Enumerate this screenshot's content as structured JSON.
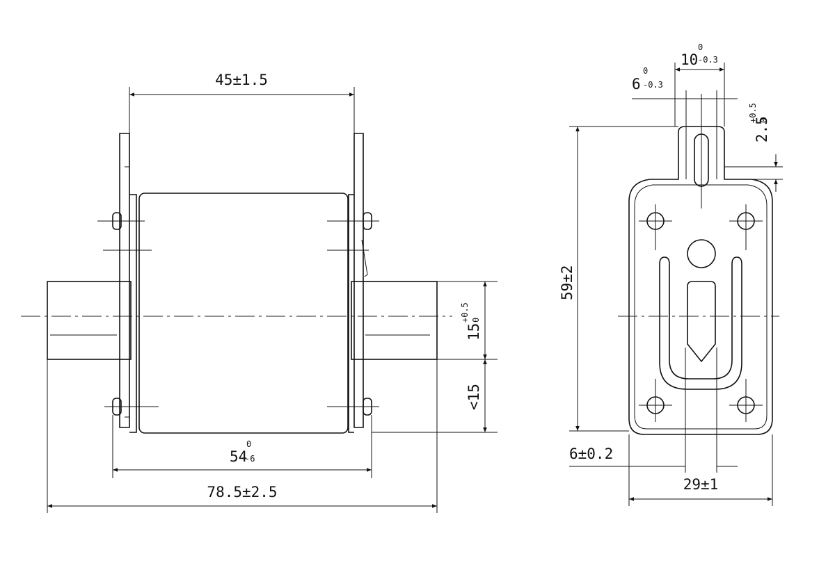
{
  "dimensions": {
    "top_width": "45±1.5",
    "body_len_main": "54",
    "body_len_sup": "0",
    "body_len_sub": "-6",
    "total_len": "78.5±2.5",
    "blade_w_main": "15",
    "blade_w_sup": "+0.5",
    "blade_w_sub": "0",
    "lower_dim": "<15",
    "slot_w_main": "10",
    "slot_w_sup": "0",
    "slot_w_sub": "-0.3",
    "inner_w_main": "6",
    "inner_w_sup": "0",
    "inner_w_sub": "-0.3",
    "thick_main": "2.5",
    "thick_sup": "+0.5",
    "thick_sub": "0",
    "height": "59±2",
    "offset": "6±0.2",
    "base_w": "29±1"
  }
}
